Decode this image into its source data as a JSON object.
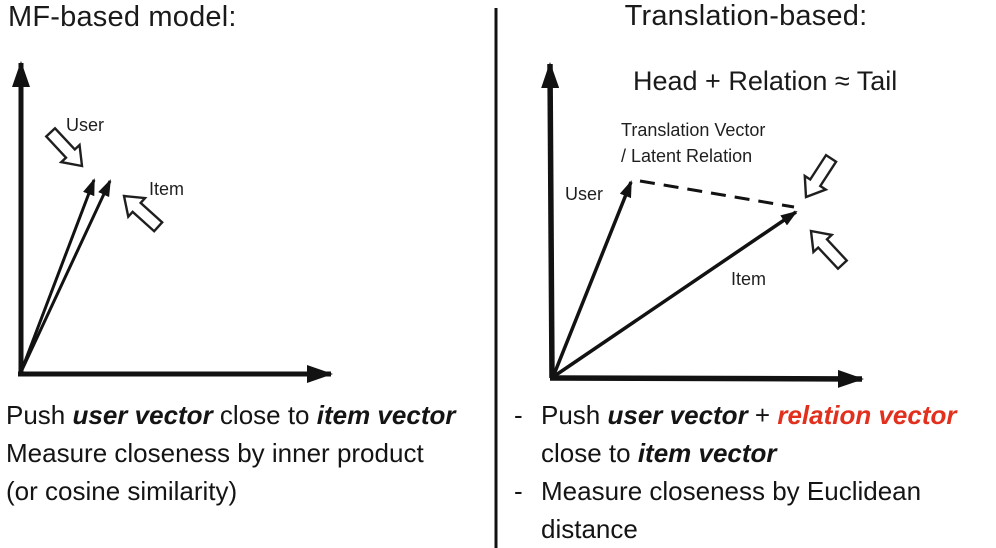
{
  "left_panel": {
    "title": "MF-based model:",
    "diagram": {
      "user_label": "User",
      "item_label": "Item"
    },
    "description": {
      "line1_prefix": "Push ",
      "line1_user_vector": "user vector",
      "line1_middle": " close to ",
      "line1_item_vector": "item vector",
      "line2": "Measure closeness by inner product",
      "line3": "(or cosine similarity)"
    }
  },
  "right_panel": {
    "title": "Translation-based:",
    "equation": "Head + Relation ≈ Tail",
    "diagram": {
      "user_label": "User",
      "item_label": "Item",
      "translation_label_line1": "Translation Vector",
      "translation_label_line2": "/ Latent Relation"
    },
    "bullets": {
      "dash": "-",
      "b1_prefix": "Push ",
      "b1_user_vector": "user vector",
      "b1_plus": " + ",
      "b1_relation_vector": "relation vector",
      "b1_line2_prefix": "close to ",
      "b1_item_vector": "item vector",
      "b2_line1": "Measure closeness by Euclidean",
      "b2_line2": "distance"
    }
  },
  "colors": {
    "ink": "#121212",
    "accent_red": "#e2301e",
    "background": "#ffffff"
  }
}
